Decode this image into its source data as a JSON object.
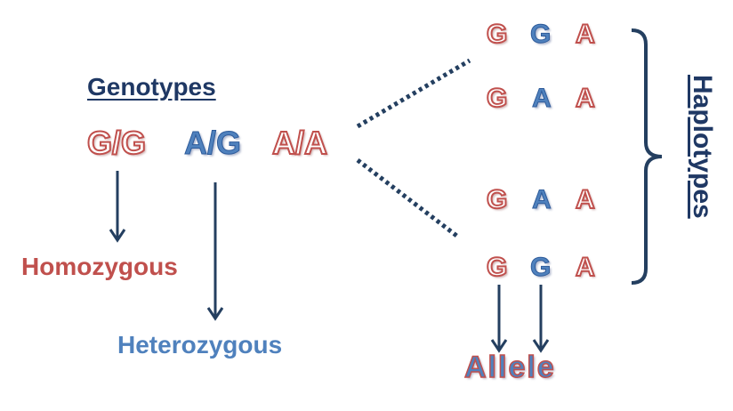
{
  "genotypes": {
    "title": "Genotypes",
    "items": [
      "G/G",
      "A/G",
      "A/A"
    ]
  },
  "labels": {
    "homozygous": "Homozygous",
    "heterozygous": "Heterozygous",
    "allele": "Allele",
    "haplotypes": "Haplotypes"
  },
  "haplotypes": [
    [
      "G",
      "G",
      "A"
    ],
    [
      "G",
      "A",
      "A"
    ],
    [
      "G",
      "A",
      "A"
    ],
    [
      "G",
      "G",
      "A"
    ]
  ],
  "colors": {
    "red": "#c0504d",
    "blue": "#4f81bd",
    "navy": "#1f3864",
    "arrow": "#243f60"
  }
}
